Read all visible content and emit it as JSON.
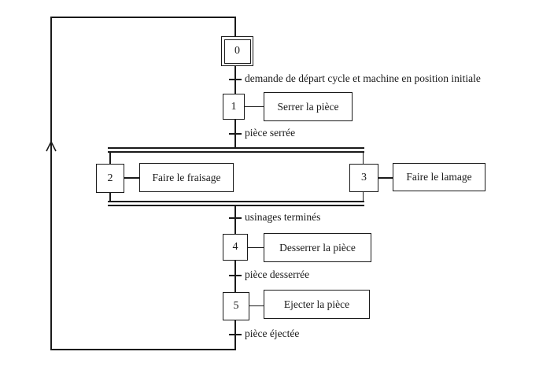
{
  "diagram": {
    "kind": "grafcet-sequential-function-chart",
    "colors": {
      "line": "#1a1a1a",
      "background": "#ffffff"
    },
    "steps": [
      {
        "label": "0",
        "initial": true,
        "action": null
      },
      {
        "label": "1",
        "initial": false,
        "action": "Serrer la pièce"
      },
      {
        "label": "2",
        "initial": false,
        "action": "Faire le fraisage"
      },
      {
        "label": "3",
        "initial": false,
        "action": "Faire le lamage"
      },
      {
        "label": "4",
        "initial": false,
        "action": "Desserrer la pièce"
      },
      {
        "label": "5",
        "initial": false,
        "action": "Ejecter la pièce"
      }
    ],
    "transitions": [
      {
        "label": "demande de départ cycle et machine en position initiale"
      },
      {
        "label": "pièce serrée"
      },
      {
        "label": "usinages terminés"
      },
      {
        "label": "pièce desserrée"
      },
      {
        "label": "pièce éjectée"
      }
    ],
    "structure": {
      "parallel_branch_steps": [
        "2",
        "3"
      ],
      "loop": "step 5 returns to step 0"
    }
  }
}
